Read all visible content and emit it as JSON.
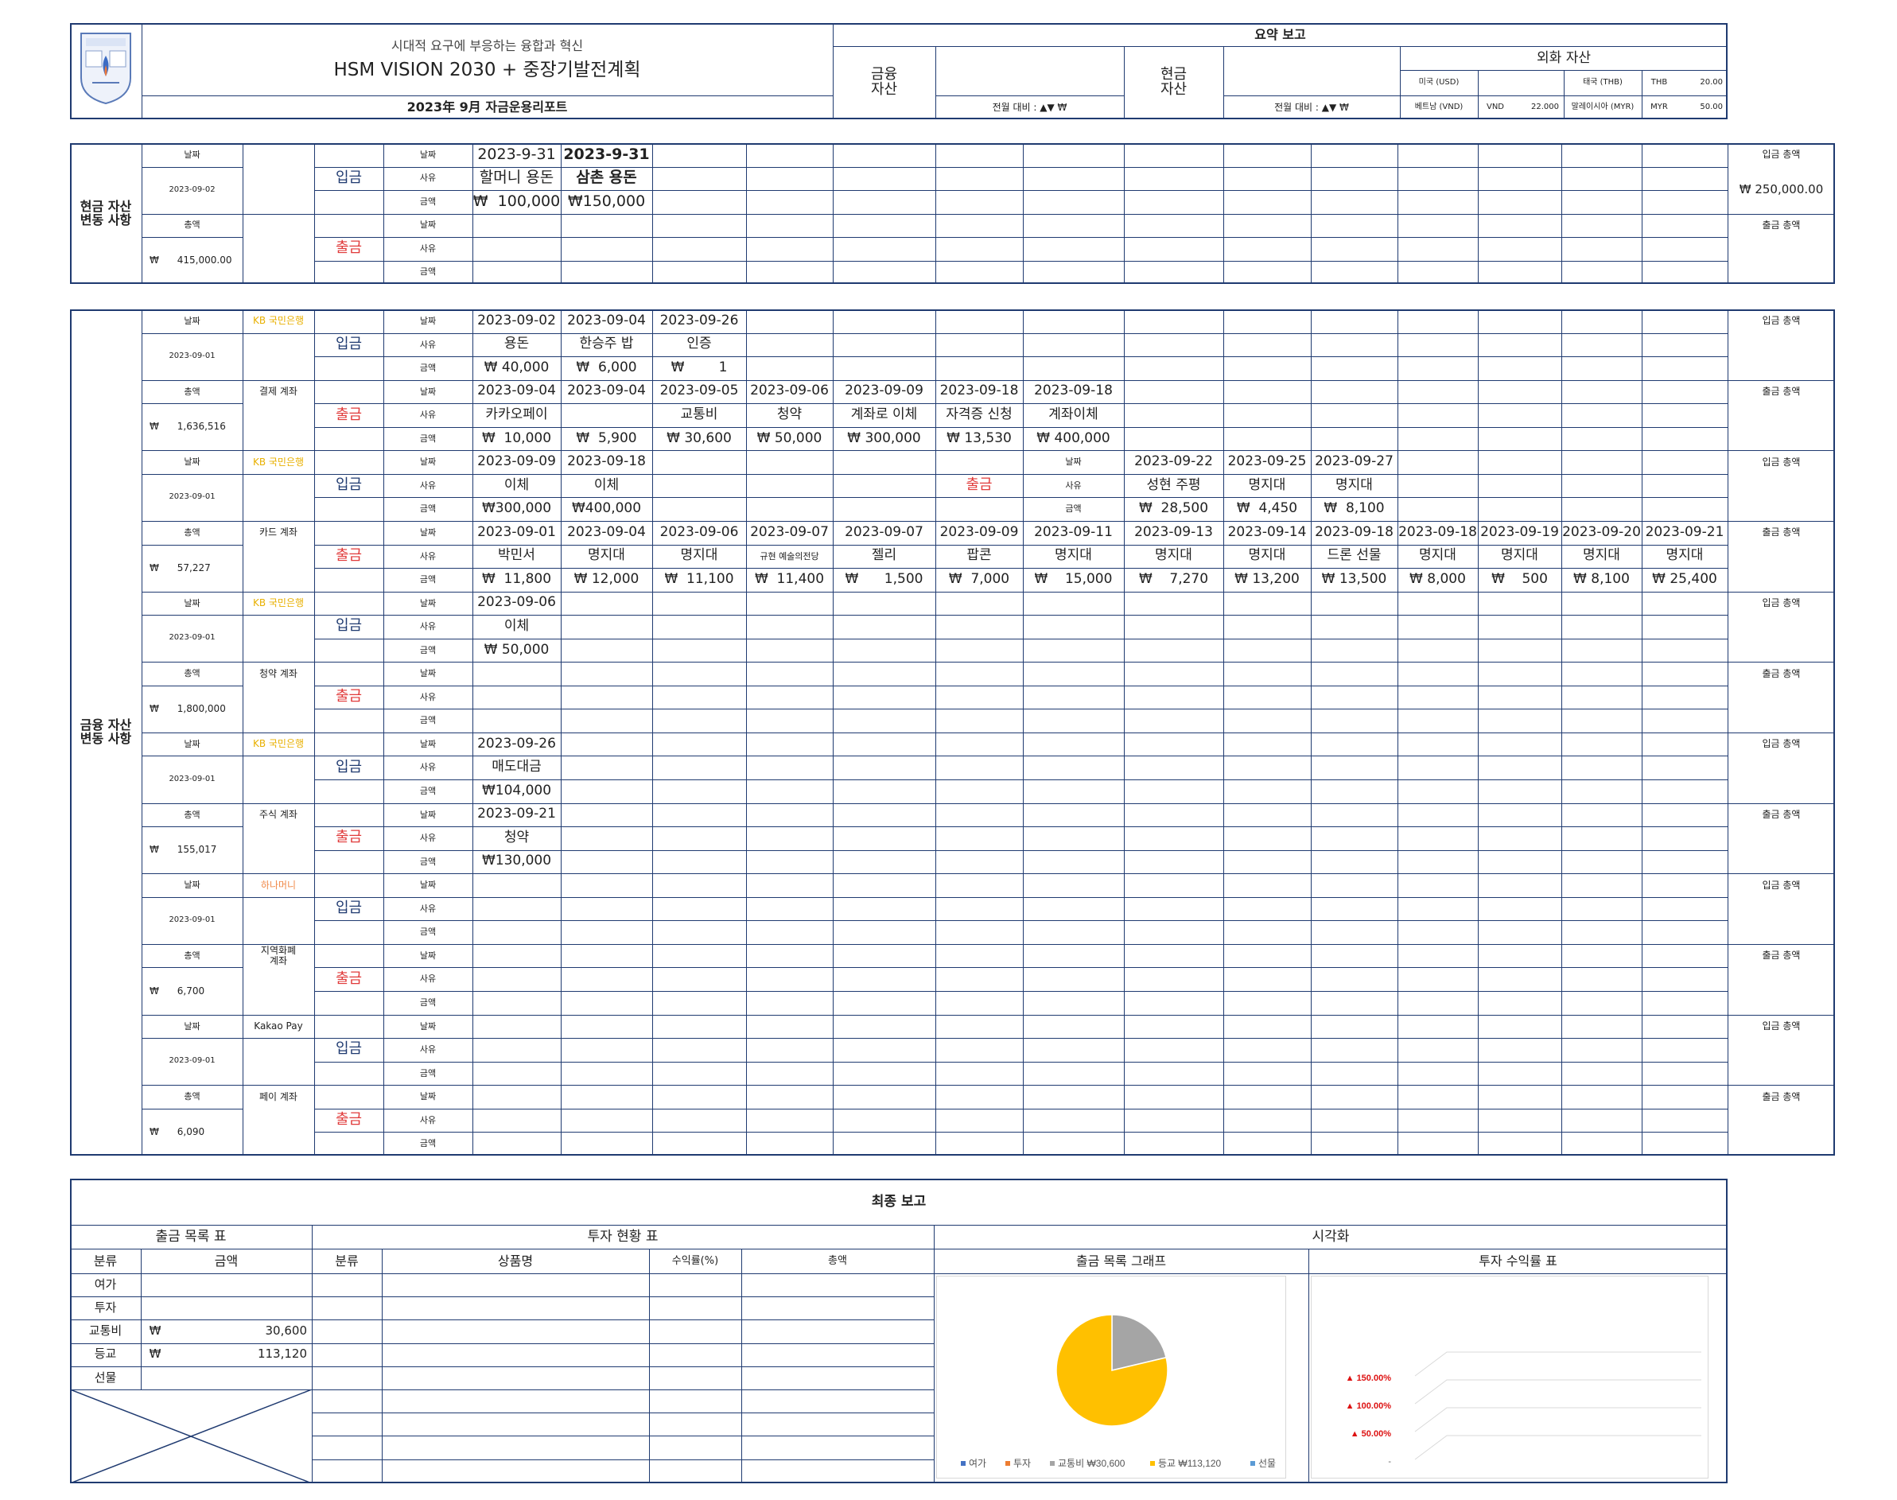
{
  "header": {
    "subtitle": "시대적 요구에 부응하는 융합과 혁신",
    "title": "HSM VISION 2030 + 중장기발전계획",
    "report_title": "2023年 9月 자금운용리포트",
    "summary_title": "요약 보고",
    "fin_asset_label": "금융\n자산",
    "cash_asset_label": "현금\n자산",
    "compare_label": "전월 대비 : ▲▼ ₩",
    "fx_title": "외화 자산",
    "fx_us": "미국 (USD)",
    "fx_th": "태국 (THB)",
    "fx_th_code": "THB",
    "fx_th_val": "20.00",
    "fx_vn": "베트남 (VND)",
    "fx_vn_code": "VND",
    "fx_vn_val": "22.000",
    "fx_my": "말레이시아 (MYR)",
    "fx_my_code": "MYR",
    "fx_my_val": "50.00"
  },
  "labels": {
    "date": "날짜",
    "reason": "사유",
    "amount": "금액",
    "total": "총액",
    "in": "입금",
    "out": "출금",
    "in_total": "입금 총액",
    "out_total": "출금 총액",
    "won": "₩"
  },
  "cash": {
    "title": "현금 자산\n변동 사항",
    "date": "2023-09-02",
    "total": "415,000.00",
    "in_total": "₩  250,000.00",
    "in_entries": [
      {
        "date": "2023-9-31",
        "reason": "할머니 용돈",
        "amount": "₩  100,000"
      },
      {
        "date": "2023-9-31",
        "reason": "삼촌 용돈",
        "amount": "₩150,000"
      }
    ]
  },
  "finance": {
    "title": "금융 자산\n변동 사항",
    "accounts": [
      {
        "bank": "KB 국민은행",
        "date": "2023-09-01",
        "name": "결제 계좌",
        "total": "1,636,516",
        "in": [
          [
            "2023-09-02",
            "용돈",
            "₩ 40,000"
          ],
          [
            "2023-09-04",
            "한승주 밥",
            "₩  6,000"
          ],
          [
            "2023-09-26",
            "인증",
            "₩        1"
          ]
        ],
        "out": [
          [
            "2023-09-04",
            "카카오페이",
            "₩  10,000"
          ],
          [
            "2023-09-04",
            "",
            "₩  5,900"
          ],
          [
            "2023-09-05",
            "교통비",
            "₩ 30,600"
          ],
          [
            "2023-09-06",
            "청약",
            "₩ 50,000"
          ],
          [
            "2023-09-09",
            "계좌로 이체",
            "₩ 300,000"
          ],
          [
            "2023-09-18",
            "자격증 신청",
            "₩ 13,530"
          ],
          [
            "2023-09-18",
            "계좌이체",
            "₩ 400,000"
          ]
        ]
      },
      {
        "bank": "KB 국민은행",
        "date": "2023-09-01",
        "name": "카드 계좌",
        "total": "57,227",
        "in": [
          [
            "2023-09-09",
            "이체",
            "₩300,000"
          ],
          [
            "2023-09-18",
            "이체",
            "₩400,000"
          ]
        ],
        "in2": [
          [
            "2023-09-22",
            "성현 주평",
            "₩  28,500"
          ],
          [
            "2023-09-25",
            "명지대",
            "₩  4,450"
          ],
          [
            "2023-09-27",
            "명지대",
            "₩  8,100"
          ]
        ],
        "out": [
          [
            "2023-09-01",
            "박민서",
            "₩  11,800"
          ],
          [
            "2023-09-04",
            "명지대",
            "₩ 12,000"
          ],
          [
            "2023-09-06",
            "명지대",
            "₩  11,100"
          ],
          [
            "2023-09-07",
            "규현 예술의전당",
            "₩  11,400"
          ],
          [
            "2023-09-07",
            "젤리",
            "₩      1,500"
          ],
          [
            "2023-09-09",
            "팝콘",
            "₩  7,000"
          ],
          [
            "2023-09-11",
            "명지대",
            "₩    15,000"
          ],
          [
            "2023-09-13",
            "명지대",
            "₩    7,270"
          ],
          [
            "2023-09-14",
            "명지대",
            "₩ 13,200"
          ],
          [
            "2023-09-18",
            "드론 선물",
            "₩ 13,500"
          ],
          [
            "2023-09-18",
            "명지대",
            "₩ 8,000"
          ],
          [
            "2023-09-19",
            "명지대",
            "₩    500"
          ],
          [
            "2023-09-20",
            "명지대",
            "₩ 8,100"
          ],
          [
            "2023-09-21",
            "명지대",
            "₩ 25,400"
          ]
        ]
      },
      {
        "bank": "KB 국민은행",
        "date": "2023-09-01",
        "name": "청약 계좌",
        "total": "1,800,000",
        "in": [
          [
            "2023-09-06",
            "이체",
            "₩ 50,000"
          ]
        ],
        "out": []
      },
      {
        "bank": "KB 국민은행",
        "date": "2023-09-01",
        "name": "주식 계좌",
        "total": "155,017",
        "in": [
          [
            "2023-09-26",
            "매도대금",
            "₩104,000"
          ]
        ],
        "out": [
          [
            "2023-09-21",
            "청약",
            "₩130,000"
          ]
        ]
      },
      {
        "bank": "하나머니",
        "date": "2023-09-01",
        "name": "지역화폐\n계좌",
        "total": "6,700",
        "in": [],
        "out": []
      },
      {
        "bank": "Kakao Pay",
        "date": "2023-09-01",
        "name": "페이 계좌",
        "total": "6,090",
        "in": [],
        "out": []
      }
    ]
  },
  "final": {
    "title": "최종 보고",
    "expense_title": "출금 목록 표",
    "invest_title": "투자 현황 표",
    "visual_title": "시각화",
    "col_category": "분류",
    "col_amount": "금액",
    "col_category2": "분류",
    "col_product": "상품명",
    "col_return": "수익률(%)",
    "col_total": "총액",
    "expense_rows": [
      {
        "cat": "여가",
        "amount": ""
      },
      {
        "cat": "투자",
        "amount": ""
      },
      {
        "cat": "교통비",
        "amount": "30,600"
      },
      {
        "cat": "등교",
        "amount": "113,120"
      },
      {
        "cat": "선물",
        "amount": ""
      }
    ],
    "chart1_title": "출금 목록 그래프",
    "chart2_title": "투자 수익률 표",
    "chart2_labels": [
      "▲ 150.00%",
      "▲ 100.00%",
      "▲ 50.00%",
      "-"
    ]
  },
  "chart_data": {
    "type": "pie",
    "categories": [
      "여가",
      "투자",
      "교통비 ₩30,600",
      "등교 ₩113,120",
      "선물"
    ],
    "values": [
      0,
      0,
      30600,
      113120,
      0
    ],
    "colors": [
      "#4472c4",
      "#ed7d31",
      "#a5a5a5",
      "#ffc000",
      "#5b9bd5"
    ]
  }
}
